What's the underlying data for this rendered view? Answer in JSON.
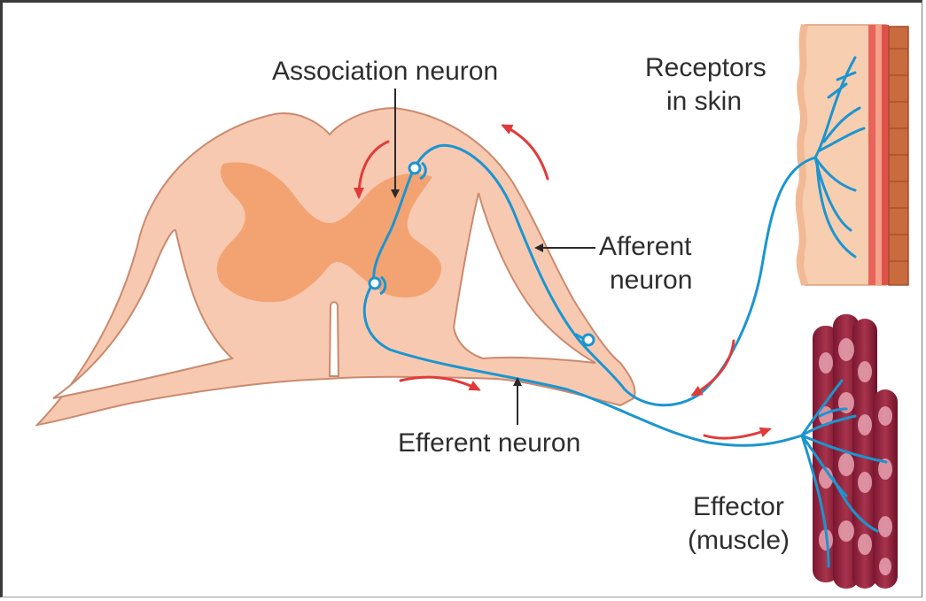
{
  "labels": {
    "association": "Association neuron",
    "afferent_line1": "Afferent",
    "afferent_line2": "neuron",
    "efferent": "Efferent neuron",
    "receptors_line1": "Receptors",
    "receptors_line2": "in skin",
    "effector_line1": "Effector",
    "effector_line2": "(muscle)"
  },
  "colors": {
    "spinal_cord_white_matter": "#f8c9b1",
    "spinal_cord_outline": "#c98a6e",
    "gray_matter": "#f2a06d",
    "neuron": "#1b95d0",
    "arrow_red": "#e23a3a",
    "label_arrow": "#2a2a2a",
    "skin": "#f8ceb0",
    "muscle_dark": "#8c1e35",
    "muscle_light": "#e7a2b0"
  },
  "icons": [
    "red-direction-arrow",
    "synapse-icon",
    "pointer-arrow"
  ]
}
